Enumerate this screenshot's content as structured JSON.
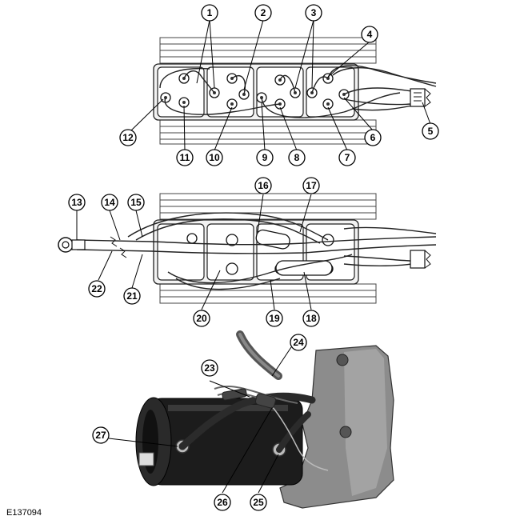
{
  "figure_id": "E137094",
  "callouts": {
    "c1": "1",
    "c2": "2",
    "c3": "3",
    "c4": "4",
    "c5": "5",
    "c6": "6",
    "c7": "7",
    "c8": "8",
    "c9": "9",
    "c10": "10",
    "c11": "11",
    "c12": "12",
    "c13": "13",
    "c14": "14",
    "c15": "15",
    "c16": "16",
    "c17": "17",
    "c18": "18",
    "c19": "19",
    "c20": "20",
    "c21": "21",
    "c22": "22",
    "c23": "23",
    "c24": "24",
    "c25": "25",
    "c26": "26",
    "c27": "27"
  }
}
